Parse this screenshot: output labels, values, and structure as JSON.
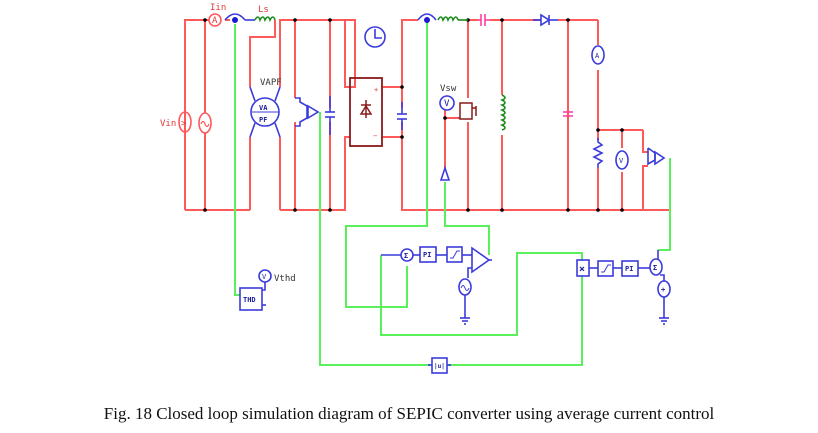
{
  "diagram": {
    "title": "SEPIC converter closed loop with average current control",
    "labels": {
      "vin": "Vin",
      "iin": "Iin",
      "ls": "Ls",
      "vapf": "VAPF",
      "vapf_top": "VA",
      "vapf_bottom": "PF",
      "vsw": "Vsw",
      "vthd": "Vthd",
      "thd": "THD",
      "pi_1": "PI",
      "pi_2": "PI",
      "abs": "|u|",
      "multiplier": "×",
      "sum": "Σ",
      "ammeter": "A",
      "voltmeter": "V"
    },
    "components": [
      "ac-voltage-source",
      "ammeter-iin",
      "current-sensor",
      "inductor-ls",
      "va-pf-meter",
      "voltage-sensor",
      "capacitor",
      "diode-bridge-rectifier",
      "sepic-inductor-l1",
      "coupling-capacitor",
      "mosfet-switch",
      "sepic-inductor-l2",
      "output-diode",
      "output-capacitor",
      "ammeter-output",
      "load-resistor",
      "voltmeter-output",
      "output-voltage-sensor",
      "clock",
      "comparator",
      "pi-controller",
      "limiter",
      "multiplier",
      "absolute-value-block",
      "thd-block",
      "dc-reference",
      "triangle-carrier-source"
    ]
  },
  "caption": "Fig. 18 Closed loop simulation diagram of SEPIC converter using average current control"
}
